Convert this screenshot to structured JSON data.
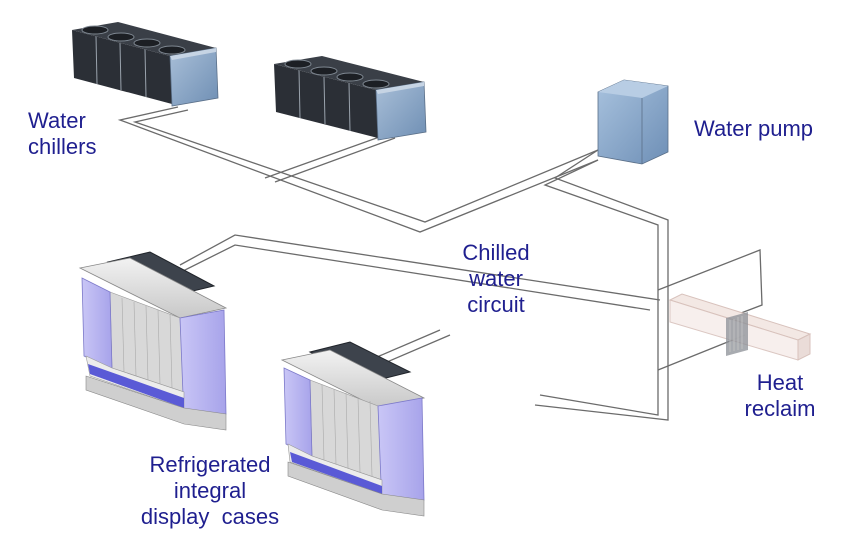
{
  "labels": {
    "water_chillers": [
      "Water",
      "chillers"
    ],
    "water_pump": "Water pump",
    "chilled_water_circuit": [
      "Chilled",
      "water",
      "circuit"
    ],
    "heat_reclaim": [
      "Heat",
      "reclaim"
    ],
    "display_cases": [
      "Refrigerated",
      "integral",
      "display  cases"
    ]
  },
  "colors": {
    "label_text": "#1f1f8f",
    "pipe_outline": "#6b6b6b",
    "chiller_body": "#8fa9c8",
    "fan_panel": "#2b2f36",
    "pump_body": "#8eadd0",
    "case_glass": "#b9b6f0",
    "case_strip": "#5a5ad6"
  }
}
